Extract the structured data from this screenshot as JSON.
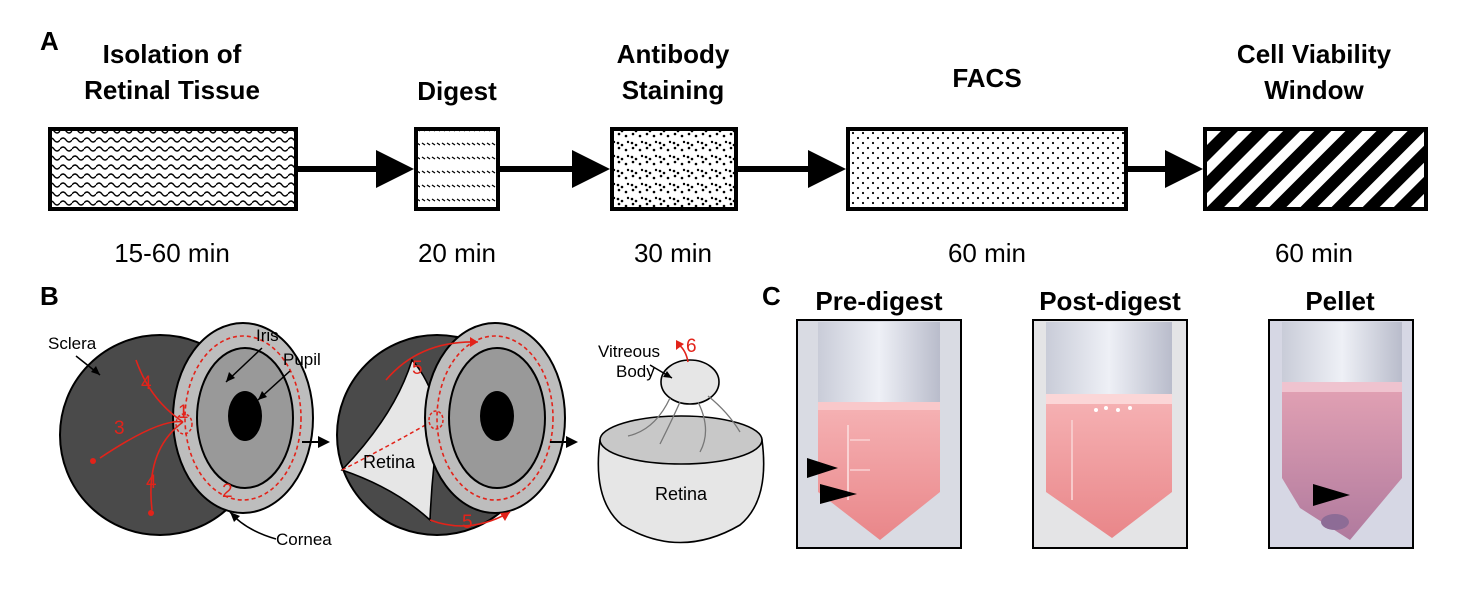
{
  "panel_a": {
    "letter": "A",
    "steps": [
      {
        "title_lines": [
          "Isolation of",
          "Retinal Tissue"
        ],
        "duration": "15-60 min"
      },
      {
        "title_lines": [
          "Digest"
        ],
        "duration": "20 min"
      },
      {
        "title_lines": [
          "Antibody",
          "Staining"
        ],
        "duration": "30 min"
      },
      {
        "title_lines": [
          "FACS"
        ],
        "duration": "60 min"
      },
      {
        "title_lines": [
          "Cell Viability",
          "Window"
        ],
        "duration": "60 min"
      }
    ]
  },
  "panel_b": {
    "letter": "B",
    "labels": {
      "sclera": "Sclera",
      "iris": "Iris",
      "pupil": "Pupil",
      "cornea": "Cornea",
      "retina": "Retina",
      "vitreous_line1": "Vitreous",
      "vitreous_line2": "Body",
      "retina_cup": "Retina"
    },
    "steps": [
      "1",
      "2",
      "3",
      "4",
      "4",
      "5",
      "5",
      "6"
    ]
  },
  "panel_c": {
    "letter": "C",
    "photos": [
      {
        "title": "Pre-digest",
        "arrowheads": 2
      },
      {
        "title": "Post-digest",
        "arrowheads": 0
      },
      {
        "title": "Pellet",
        "arrowheads": 1
      }
    ]
  },
  "colors": {
    "eye_dark": "#4a4a4a",
    "iris_grey": "#999999",
    "iris_light": "#bdbdbd",
    "retina_light": "#e6e6e6",
    "cut_red": "#e2231a",
    "liquid_pink": "#f2a4a6"
  }
}
